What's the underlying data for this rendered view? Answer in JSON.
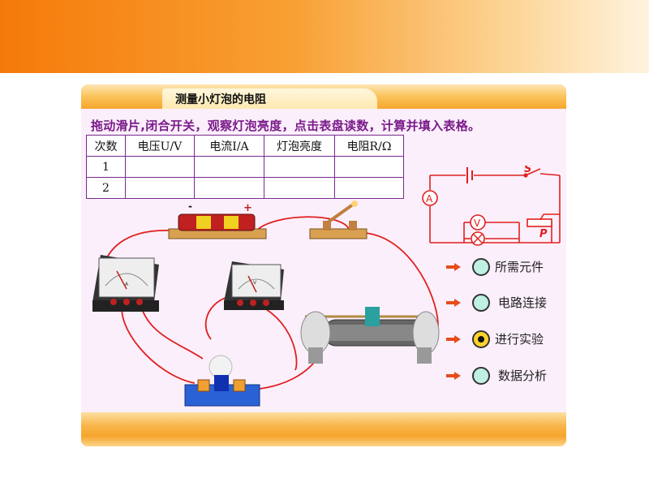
{
  "panel": {
    "title": "测量小灯泡的电阻",
    "instruction": "拖动滑片,闭合开关，观察灯泡亮度，点击表盘读数，计算并填入表格。"
  },
  "table": {
    "headers": [
      "次数",
      "电压U/V",
      "电流I/A",
      "灯泡亮度",
      "电阻R/Ω"
    ],
    "rows": [
      [
        "1",
        "",
        "",
        "",
        ""
      ],
      [
        "2",
        "",
        "",
        "",
        ""
      ]
    ]
  },
  "circuit_diagram": {
    "switch_label": "S",
    "ammeter_label": "A",
    "voltmeter_label": "V",
    "slider_label": "P"
  },
  "apparatus": {
    "battery_minus": "-",
    "battery_plus": "+",
    "ammeter_face": "A",
    "voltmeter_face": "V"
  },
  "controls": [
    {
      "label": "所需元件",
      "selected": false
    },
    {
      "label": "电路连接",
      "selected": false
    },
    {
      "label": "进行实验",
      "selected": true
    },
    {
      "label": "数据分析",
      "selected": false
    }
  ],
  "colors": {
    "accent_orange": "#f6a52c",
    "panel_bg": "#fbeffb",
    "text_purple": "#7a1a8a",
    "wire_red": "#e02020",
    "radio_selected": "#ffd42a",
    "radio_idle": "#bff0e2"
  }
}
